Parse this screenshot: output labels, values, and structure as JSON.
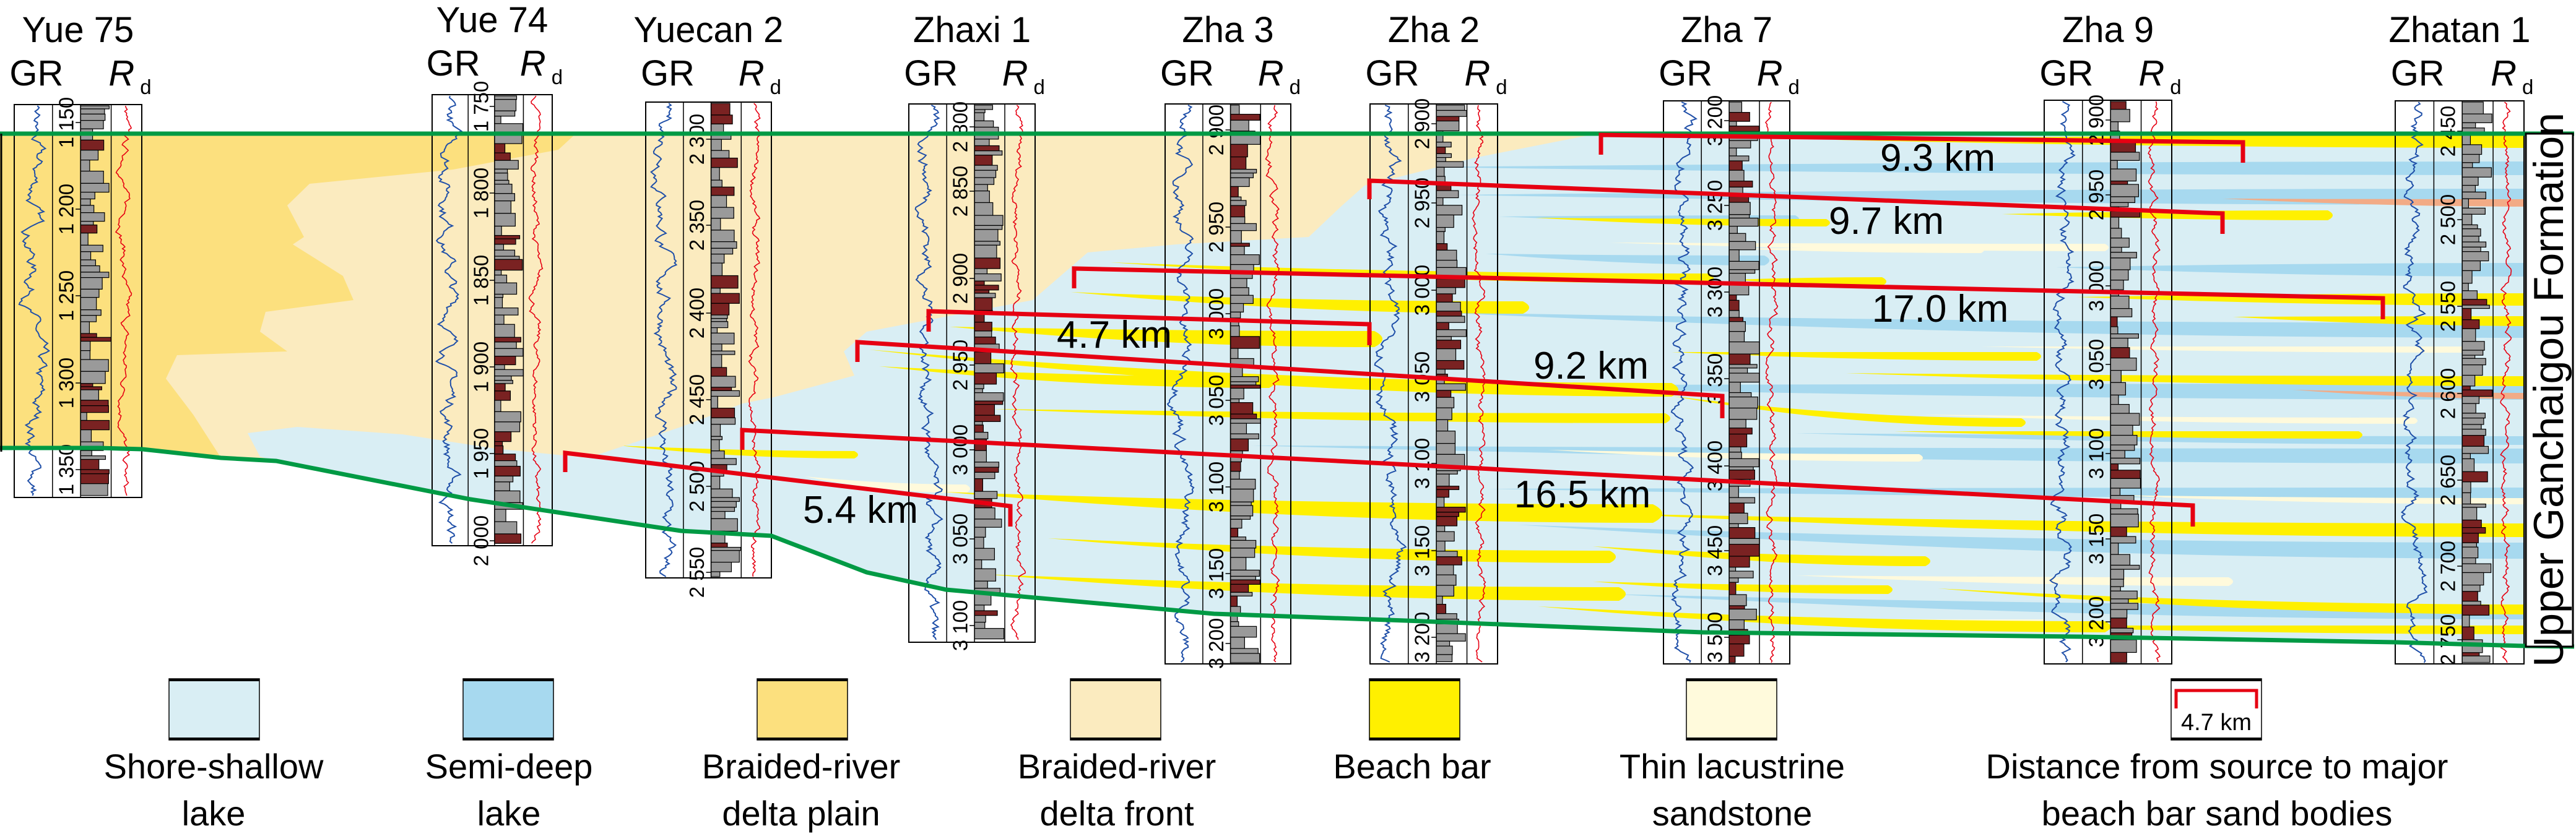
{
  "formation_label": "Upper Ganchaigou Formation",
  "wells": [
    {
      "name": "Yue 75",
      "gr_label": "GR",
      "rd_label": "R",
      "rd_sub": "d",
      "depths": [
        "1 150",
        "1 200",
        "1 250",
        "1 300",
        "1 350"
      ]
    },
    {
      "name": "Yue 74",
      "gr_label": "GR",
      "rd_label": "R",
      "rd_sub": "d",
      "depths": [
        "1 750",
        "1 800",
        "1 850",
        "1 900",
        "1 950",
        "2 000"
      ]
    },
    {
      "name": "Yuecan 2",
      "gr_label": "GR",
      "rd_label": "R",
      "rd_sub": "d",
      "depths": [
        "2 300",
        "2 350",
        "2 400",
        "2 450",
        "2 500",
        "2 550"
      ]
    },
    {
      "name": "Zhaxi 1",
      "gr_label": "GR",
      "rd_label": "R",
      "rd_sub": "d",
      "depths": [
        "2 800",
        "2 850",
        "2 900",
        "2 950",
        "3 000",
        "3 050",
        "3 100"
      ]
    },
    {
      "name": "Zha 3",
      "gr_label": "GR",
      "rd_label": "R",
      "rd_sub": "d",
      "depths": [
        "2 900",
        "2 950",
        "3 000",
        "3 050",
        "3 100",
        "3 150",
        "3 200"
      ]
    },
    {
      "name": "Zha 2",
      "gr_label": "GR",
      "rd_label": "R",
      "rd_sub": "d",
      "depths": [
        "2 900",
        "2 950",
        "3 000",
        "3 050",
        "3 100",
        "3 150",
        "3 200"
      ]
    },
    {
      "name": "Zha 7",
      "gr_label": "GR",
      "rd_label": "R",
      "rd_sub": "d",
      "depths": [
        "3 200",
        "3 250",
        "3 300",
        "3 350",
        "3 400",
        "3 450",
        "3 500"
      ]
    },
    {
      "name": "Zha 9",
      "gr_label": "GR",
      "rd_label": "R",
      "rd_sub": "d",
      "depths": [
        "2 900",
        "2 950",
        "3 000",
        "3 050",
        "3 100",
        "3 150",
        "3 200"
      ]
    },
    {
      "name": "Zhatan 1",
      "gr_label": "GR",
      "rd_label": "R",
      "rd_sub": "d",
      "depths": [
        "2 450",
        "2 500",
        "2 550",
        "2 600",
        "2 650",
        "2 700",
        "2 750"
      ]
    }
  ],
  "distances": [
    {
      "label": "5.4 km",
      "km": 5.4
    },
    {
      "label": "16.5 km",
      "km": 16.5
    },
    {
      "label": "4.7 km",
      "km": 4.7
    },
    {
      "label": "9.2 km",
      "km": 9.2
    },
    {
      "label": "17.0 km",
      "km": 17.0
    },
    {
      "label": "9.7 km",
      "km": 9.7
    },
    {
      "label": "9.3 km",
      "km": 9.3
    }
  ],
  "legend": [
    {
      "line1": "Shore-shallow",
      "line2": "lake",
      "color": "#D9EEF4"
    },
    {
      "line1": "Semi-deep",
      "line2": "lake",
      "color": "#A7D9EF"
    },
    {
      "line1": "Braided-river",
      "line2": "delta plain",
      "color": "#FCE07E"
    },
    {
      "line1": "Braided-river",
      "line2": "delta front",
      "color": "#FBEBBF"
    },
    {
      "line1": "Beach bar",
      "line2": "",
      "color": "#FFF000"
    },
    {
      "line1": "Thin lacustrine",
      "line2": "sandstone",
      "color": "#FFFADC"
    },
    {
      "line1": "Distance from source to major",
      "line2": "beach bar sand bodies",
      "color": "#FFFFFF",
      "scale_label": "4.7 km"
    }
  ],
  "colors": {
    "shore_shallow": "#D9EEF4",
    "semi_deep": "#A7D9EF",
    "delta_plain": "#FCE07E",
    "delta_front": "#FBEBBF",
    "beach_bar": "#FFF000",
    "thin_sandstone": "#FFFADC",
    "salmon": "#F2AB86",
    "boundary": "#009A44",
    "distance": "#E60012",
    "gr_curve": "#1F4FA8",
    "rd_curve": "#E60012",
    "lith_gray": "#9A9A9A",
    "lith_red": "#7A2222"
  }
}
